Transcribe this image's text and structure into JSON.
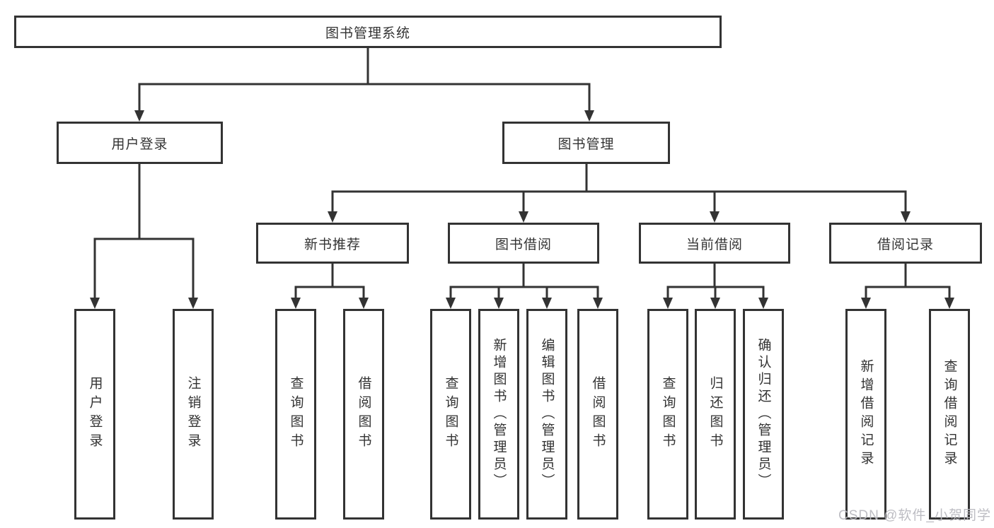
{
  "diagram": {
    "title": "图书管理系统",
    "nodes": {
      "root": {
        "label": "图书管理系统"
      },
      "user_login": {
        "label": "用户登录"
      },
      "book_mgmt": {
        "label": "图书管理"
      },
      "new_book_rec": {
        "label": "新书推荐"
      },
      "book_borrow": {
        "label": "图书借阅"
      },
      "current_borrow": {
        "label": "当前借阅"
      },
      "borrow_records": {
        "label": "借阅记录"
      },
      "leaf_user_login": {
        "label": "用户登录"
      },
      "leaf_logout": {
        "label": "注销登录"
      },
      "leaf_query_book_rec": {
        "label": "查询图书"
      },
      "leaf_borrow_book_rec": {
        "label": "借阅图书"
      },
      "leaf_query_book_borrow": {
        "label": "查询图书"
      },
      "leaf_add_book_admin": {
        "label": "新增图书（管理员）"
      },
      "leaf_edit_book_admin": {
        "label": "编辑图书（管理员）"
      },
      "leaf_borrow_book_borrow": {
        "label": "借阅图书"
      },
      "leaf_query_book_current": {
        "label": "查询图书"
      },
      "leaf_return_book": {
        "label": "归还图书"
      },
      "leaf_confirm_return_admin": {
        "label": "确认归还（管理员）"
      },
      "leaf_add_borrow_record": {
        "label": "新增借阅记录"
      },
      "leaf_query_borrow_record": {
        "label": "查询借阅记录"
      }
    },
    "edges": [
      "图书管理系统 -> 用户登录",
      "图书管理系统 -> 图书管理",
      "用户登录 -> 用户登录(叶)",
      "用户登录 -> 注销登录",
      "图书管理 -> 新书推荐",
      "图书管理 -> 图书借阅",
      "图书管理 -> 当前借阅",
      "图书管理 -> 借阅记录",
      "新书推荐 -> 查询图书",
      "新书推荐 -> 借阅图书",
      "图书借阅 -> 查询图书",
      "图书借阅 -> 新增图书（管理员）",
      "图书借阅 -> 编辑图书（管理员）",
      "图书借阅 -> 借阅图书",
      "当前借阅 -> 查询图书",
      "当前借阅 -> 归还图书",
      "当前借阅 -> 确认归还（管理员）",
      "借阅记录 -> 新增借阅记录",
      "借阅记录 -> 查询借阅记录"
    ],
    "colors": {
      "line": "#333333",
      "box_background": "#ffffff",
      "text": "#333333",
      "watermark": "#b9b9c0"
    }
  },
  "watermark": {
    "text": "CSDN @软件_小贺同学"
  }
}
